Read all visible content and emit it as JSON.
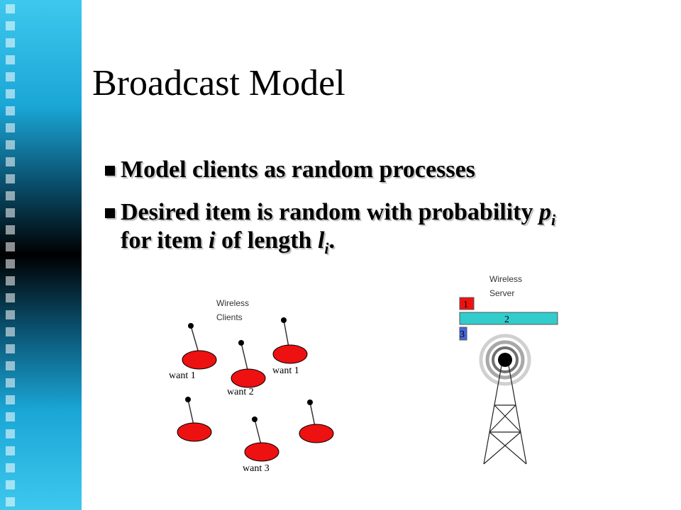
{
  "slide": {
    "title": "Broadcast Model",
    "bullets": [
      {
        "text": "Model clients as random processes"
      },
      {
        "line1_text": "Desired item is random with probability ",
        "line1_var": "p",
        "line1_sub": "i",
        "line2_pre": "for item ",
        "line2_var": "i",
        "line2_mid": " of length ",
        "line2_var2": "l",
        "line2_sub": "i",
        "line2_end": "."
      }
    ]
  },
  "diagram": {
    "clients_label_line1": "Wireless",
    "clients_label_line2": "Clients",
    "server_label_line1": "Wireless",
    "server_label_line2": "Server",
    "client_wants": [
      "want 1",
      "want 2",
      "want 1",
      "want 3"
    ],
    "broadcast_items": [
      {
        "label": "1",
        "color": "#ee1111"
      },
      {
        "label": "2",
        "color": "#33cccc"
      },
      {
        "label": "3",
        "color": "#4466dd"
      }
    ],
    "client_color": "#ee1111"
  },
  "theme": {
    "accent": "#1aa6d6"
  }
}
